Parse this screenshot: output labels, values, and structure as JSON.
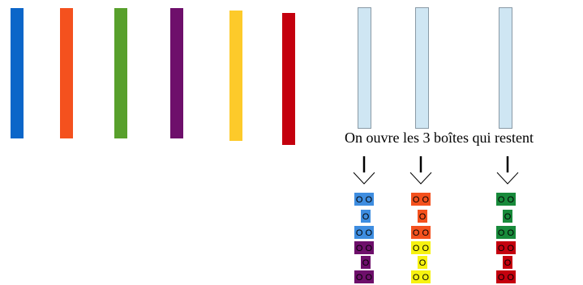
{
  "caption": "On ouvre les 3 boîtes qui restent",
  "rods": [
    {
      "name": "blue",
      "color": "#0b66c9"
    },
    {
      "name": "orange",
      "color": "#f4511e"
    },
    {
      "name": "green",
      "color": "#58a02c"
    },
    {
      "name": "purple",
      "color": "#6e0f6b"
    },
    {
      "name": "yellow",
      "color": "#fdca2a"
    },
    {
      "name": "red",
      "color": "#c4000e"
    }
  ],
  "boxes": [
    {
      "name": "box-1",
      "color": "#cfe6f3"
    },
    {
      "name": "box-2",
      "color": "#cfe6f3"
    },
    {
      "name": "box-3",
      "color": "#cfe6f3"
    }
  ],
  "stacks": [
    {
      "name": "stack-1",
      "pieces": [
        {
          "color": "#3e8de0",
          "label": "O O"
        },
        {
          "color": "#3e8de0",
          "label": "O"
        },
        {
          "color": "#3e8de0",
          "label": "O O"
        },
        {
          "color": "#6e0f6b",
          "label": "O O"
        },
        {
          "color": "#6e0f6b",
          "label": "O"
        },
        {
          "color": "#6e0f6b",
          "label": "O O"
        }
      ]
    },
    {
      "name": "stack-2",
      "pieces": [
        {
          "color": "#f4511e",
          "label": "O O"
        },
        {
          "color": "#f4511e",
          "label": "O"
        },
        {
          "color": "#f4511e",
          "label": "O O"
        },
        {
          "color": "#f7f211",
          "label": "O O"
        },
        {
          "color": "#f7f211",
          "label": "O"
        },
        {
          "color": "#f7f211",
          "label": "O O"
        }
      ]
    },
    {
      "name": "stack-3",
      "pieces": [
        {
          "color": "#188a3b",
          "label": "O O"
        },
        {
          "color": "#188a3b",
          "label": "O"
        },
        {
          "color": "#188a3b",
          "label": "O O"
        },
        {
          "color": "#c4000e",
          "label": "O O"
        },
        {
          "color": "#c4000e",
          "label": "O"
        },
        {
          "color": "#c4000e",
          "label": "O O"
        }
      ]
    }
  ]
}
